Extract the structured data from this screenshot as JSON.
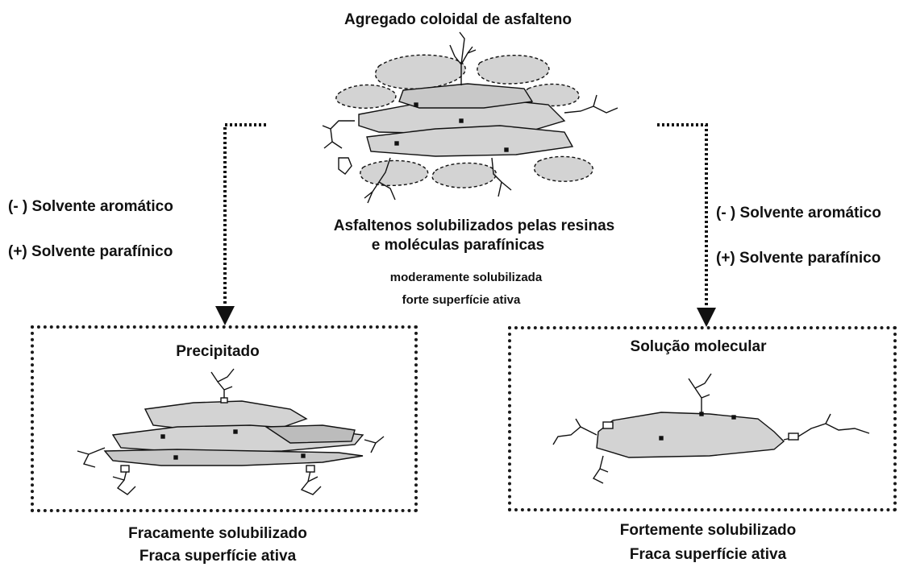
{
  "top": {
    "title": "Agregado coloidal de asfalteno",
    "caption_line1": "Asfaltenos solubilizados pelas resinas",
    "caption_line2": "e moléculas parafínicas",
    "note_line1": "moderamente solubilizada",
    "note_line2": "forte superfície ativa"
  },
  "left_branch": {
    "label_minus": "(- ) Solvente aromático",
    "label_plus": "(+) Solvente parafínico"
  },
  "right_branch": {
    "label_minus": "(- ) Solvente aromático",
    "label_plus": "(+) Solvente parafínico"
  },
  "left_box": {
    "title": "Precipitado",
    "caption_line1": "Fracamente solubilizado",
    "caption_line2": "Fraca superfície ativa"
  },
  "right_box": {
    "title": "Solução molecular",
    "caption_line1": "Fortemente solubilizado",
    "caption_line2": "Fraca superfície ativa"
  },
  "colors": {
    "sheet_fill": "#d3d3d3",
    "line": "#111111"
  }
}
